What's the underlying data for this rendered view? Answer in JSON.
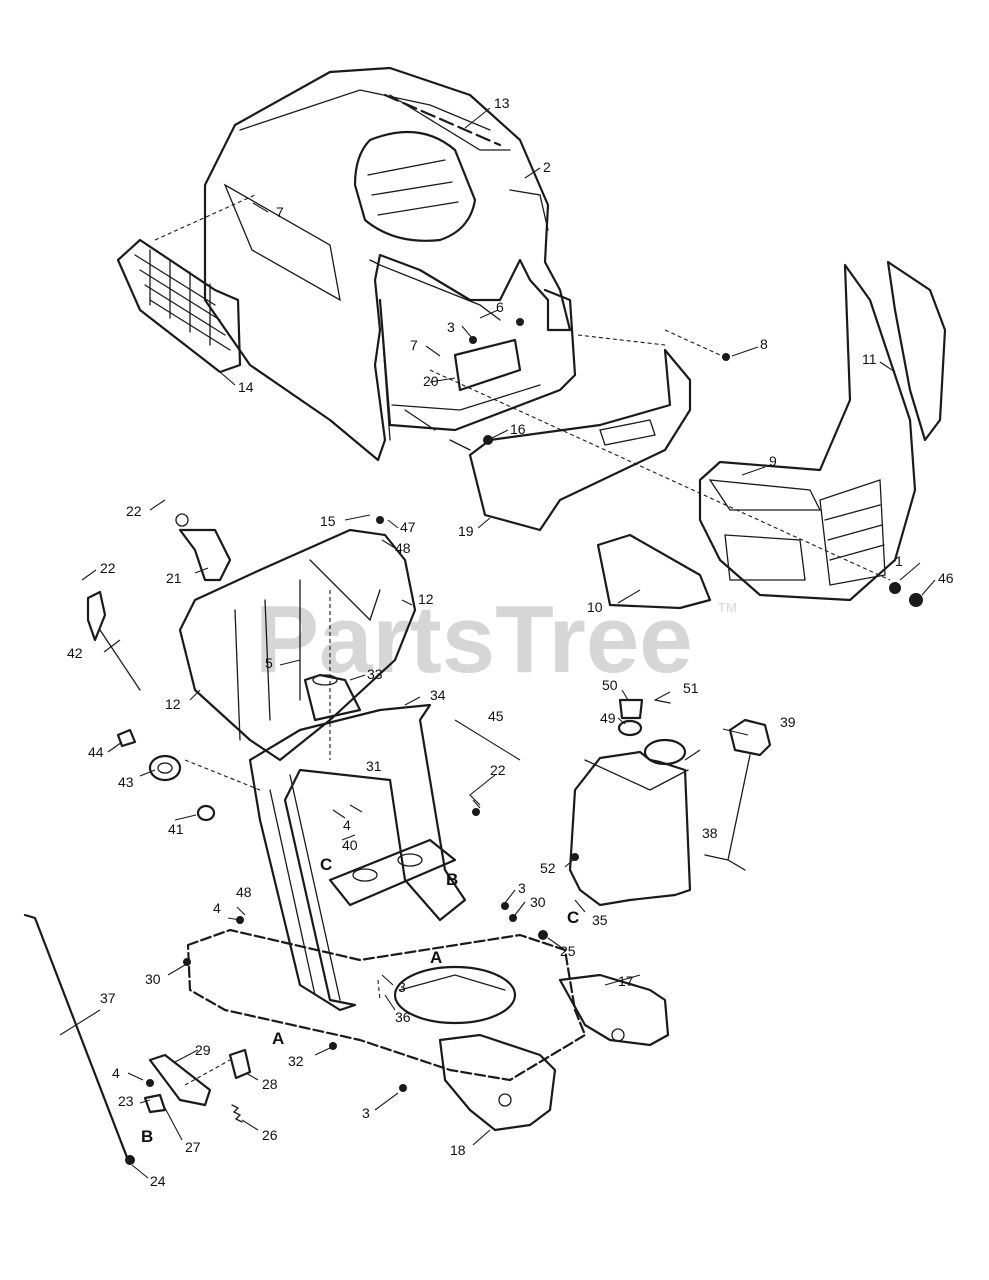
{
  "watermark": {
    "text": "PartsTree",
    "mark": "TM"
  },
  "assembly_letters": [
    "A",
    "B",
    "C"
  ],
  "callouts": [
    "1",
    "2",
    "3",
    "4",
    "5",
    "6",
    "7",
    "8",
    "9",
    "10",
    "11",
    "12",
    "13",
    "14",
    "15",
    "16",
    "17",
    "18",
    "19",
    "20",
    "21",
    "22",
    "23",
    "24",
    "25",
    "26",
    "27",
    "28",
    "29",
    "30",
    "31",
    "32",
    "33",
    "34",
    "35",
    "36",
    "37",
    "38",
    "39",
    "40",
    "41",
    "42",
    "43",
    "44",
    "45",
    "46",
    "47",
    "48",
    "49",
    "50",
    "51",
    "52"
  ]
}
